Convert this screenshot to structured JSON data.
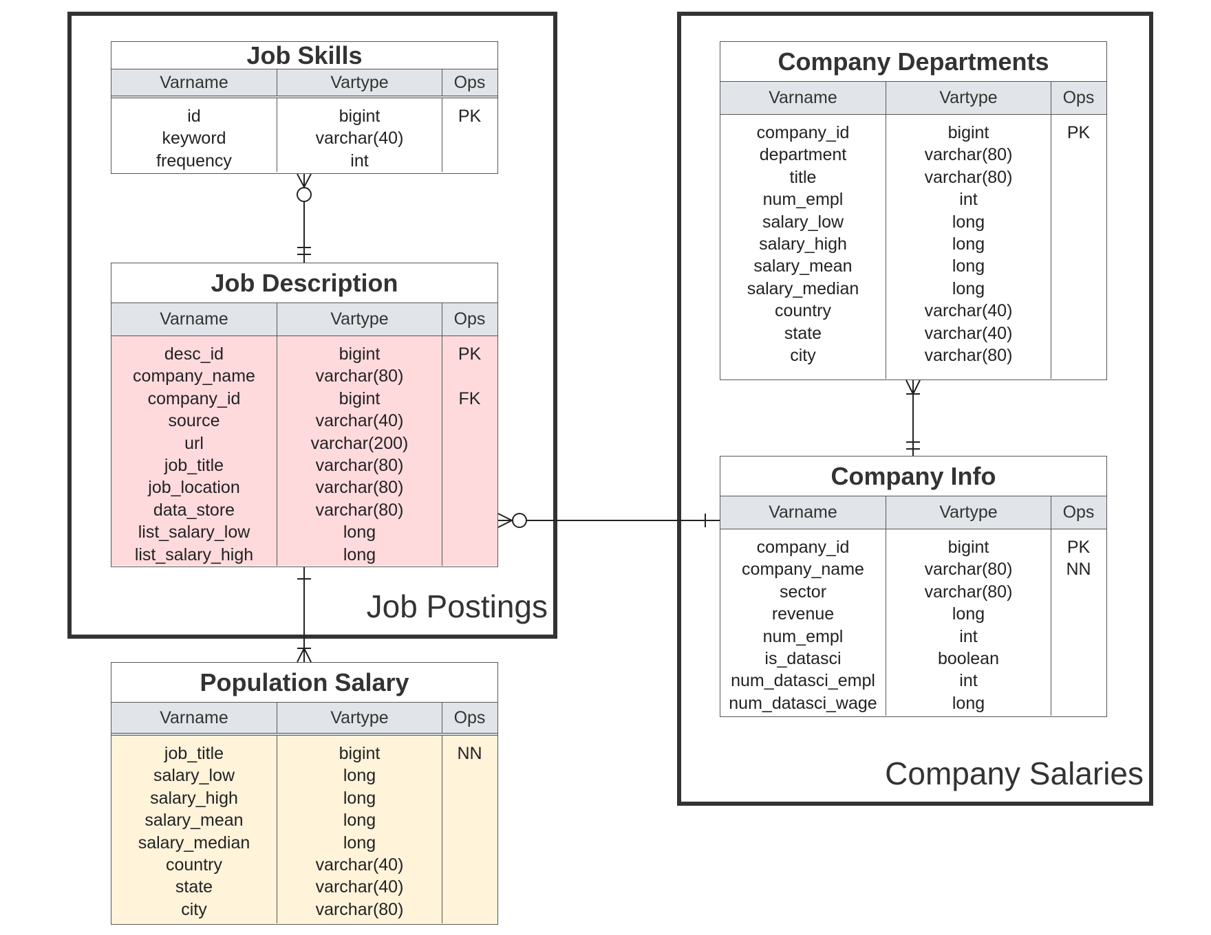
{
  "groups": {
    "job_postings": {
      "label": "Job Postings"
    },
    "company_salaries": {
      "label": "Company Salaries"
    }
  },
  "colors": {
    "header_bg": "#e1e4e8",
    "job_description_fill": "#ffdadd",
    "population_salary_fill": "#fff3da",
    "border": "#555555"
  },
  "headers": {
    "varname": "Varname",
    "vartype": "Vartype",
    "ops": "Ops"
  },
  "entities": {
    "job_skills": {
      "title": "Job Skills",
      "varnames": [
        "id",
        "keyword",
        "frequency"
      ],
      "vartypes": [
        "bigint",
        "varchar(40)",
        "int"
      ],
      "ops": [
        "PK",
        "",
        ""
      ]
    },
    "job_description": {
      "title": "Job Description",
      "varnames": [
        "desc_id",
        "company_name",
        "company_id",
        "source",
        "url",
        "job_title",
        "job_location",
        "data_store",
        "list_salary_low",
        "list_salary_high"
      ],
      "vartypes": [
        "bigint",
        "varchar(80)",
        "bigint",
        "varchar(40)",
        "varchar(200)",
        "varchar(80)",
        "varchar(80)",
        "varchar(80)",
        "long",
        "long"
      ],
      "ops": [
        "PK",
        "",
        "FK",
        "",
        "",
        "",
        "",
        "",
        "",
        ""
      ]
    },
    "population_salary": {
      "title": "Population Salary",
      "varnames": [
        "job_title",
        "salary_low",
        "salary_high",
        "salary_mean",
        "salary_median",
        "country",
        "state",
        "city"
      ],
      "vartypes": [
        "bigint",
        "long",
        "long",
        "long",
        "long",
        "varchar(40)",
        "varchar(40)",
        "varchar(80)"
      ],
      "ops": [
        "NN",
        "",
        "",
        "",
        "",
        "",
        "",
        ""
      ]
    },
    "company_departments": {
      "title": "Company Departments",
      "varnames": [
        "company_id",
        "department",
        "title",
        "num_empl",
        "salary_low",
        "salary_high",
        "salary_mean",
        "salary_median",
        "country",
        "state",
        "city"
      ],
      "vartypes": [
        "bigint",
        "varchar(80)",
        "varchar(80)",
        "int",
        "long",
        "long",
        "long",
        "long",
        "varchar(40)",
        "varchar(40)",
        "varchar(80)"
      ],
      "ops": [
        "PK",
        "",
        "",
        "",
        "",
        "",
        "",
        "",
        "",
        "",
        ""
      ]
    },
    "company_info": {
      "title": "Company Info",
      "varnames": [
        "company_id",
        "company_name",
        "sector",
        "revenue",
        "num_empl",
        "is_datasci",
        "num_datasci_empl",
        "num_datasci_wage"
      ],
      "vartypes": [
        "bigint",
        "varchar(80)",
        "varchar(80)",
        "long",
        "int",
        "boolean",
        "int",
        "long"
      ],
      "ops": [
        "PK",
        "NN",
        "",
        "",
        "",
        "",
        "",
        ""
      ]
    }
  },
  "relationships": [
    {
      "from": "job_skills",
      "to": "job_description",
      "from_end": "zero-or-many",
      "to_end": "exactly-one"
    },
    {
      "from": "job_description",
      "to": "population_salary",
      "from_end": "one",
      "to_end": "one-or-many"
    },
    {
      "from": "job_description",
      "to": "company_info",
      "from_end": "zero-or-many",
      "to_end": "one"
    },
    {
      "from": "company_departments",
      "to": "company_info",
      "from_end": "one-or-many",
      "to_end": "exactly-one"
    }
  ]
}
